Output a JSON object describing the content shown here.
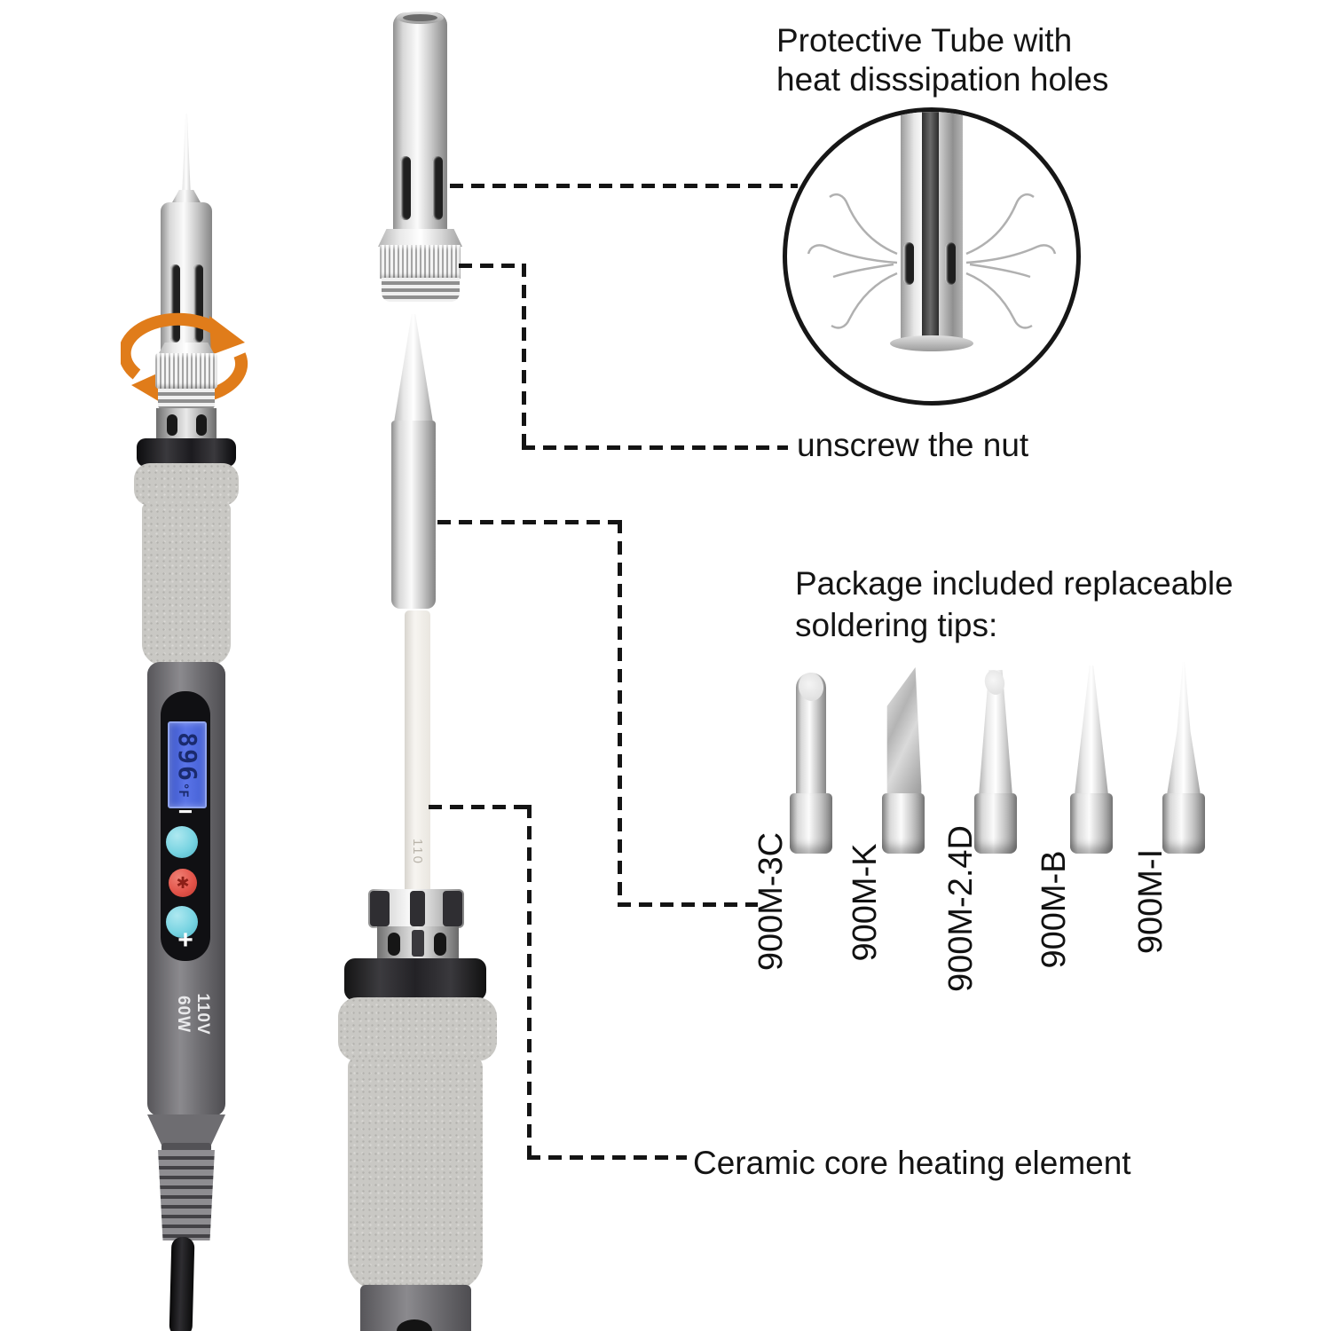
{
  "annotations": {
    "protective_tube_line1": "Protective Tube with",
    "protective_tube_line2": "heat disssipation holes",
    "unscrew": "unscrew the nut",
    "package_line1": "Package included replaceable",
    "package_line2": "soldering tips:",
    "ceramic": "Ceramic core heating element"
  },
  "iron": {
    "display_temp": "896",
    "display_unit": "°F",
    "minus_label": "−",
    "plus_label": "+",
    "power_button_glyph": "✱",
    "voltage": "110V",
    "wattage": "60W",
    "ceramic_marking": "110"
  },
  "tips": [
    {
      "label": "900M-3C",
      "shape": "bevel"
    },
    {
      "label": "900M-K",
      "shape": "knife"
    },
    {
      "label": "900M-2.4D",
      "shape": "chisel"
    },
    {
      "label": "900M-B",
      "shape": "conical"
    },
    {
      "label": "900M-I",
      "shape": "needle"
    }
  ],
  "colors": {
    "accent_orange": "#e07c1a",
    "lcd_blue": "#4f6ae0",
    "lcd_digits": "#1a2a6e",
    "button_cyan": "#79d4e2",
    "button_red": "#e2544a",
    "handle_gray": "#77767a",
    "grip_gray": "#c9c8c4",
    "line_black": "#141414"
  }
}
